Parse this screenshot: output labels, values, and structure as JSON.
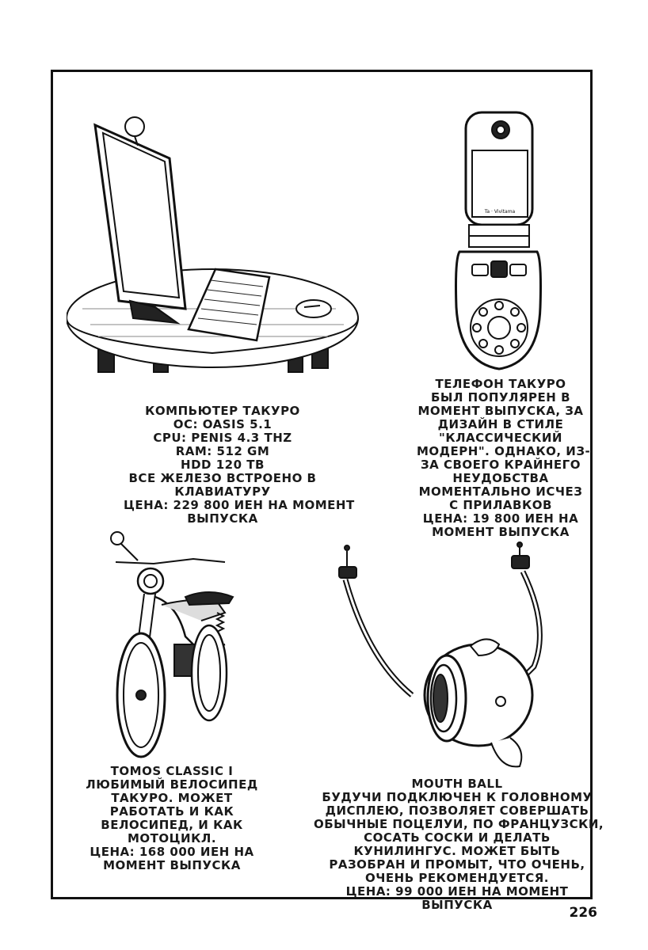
{
  "computer": {
    "lines": [
      "КОМПЬЮТЕР ТАКУРО",
      "ОС: OASIS 5.1",
      "CPU: PENIS 4.3 THZ",
      "RAM: 512 GM",
      "HDD 120 TB",
      "ВСЕ ЖЕЛЕЗО ВСТРОЕНО В",
      "КЛАВИАТУРУ",
      "ЦЕНА: 229 800 ИЕН НА МОМЕНТ",
      "ВЫПУСКА"
    ]
  },
  "phone": {
    "screen_text": "Ta · Vivitama",
    "lines": [
      "ТЕЛЕФОН ТАКУРО",
      "БЫЛ ПОПУЛЯРЕН В",
      "МОМЕНТ ВЫПУСКА, ЗА",
      "ДИЗАЙН В СТИЛЕ",
      "\"КЛАССИЧЕСКИЙ",
      "МОДЕРН\". ОДНАКО, ИЗ-",
      "ЗА СВОЕГО КРАЙНЕГО",
      "НЕУДОБСТВА",
      "МОМЕНТАЛЬНО ИСЧЕЗ",
      "С ПРИЛАВКОВ",
      "ЦЕНА: 19 800 ИЕН НА",
      "МОМЕНТ ВЫПУСКА"
    ]
  },
  "moped": {
    "lines": [
      "TOMOS CLASSIC I",
      "ЛЮБИМЫЙ ВЕЛОСИПЕД",
      "ТАКУРО. МОЖЕТ",
      "РАБОТАТЬ И КАК",
      "ВЕЛОСИПЕД, И КАК",
      "МОТОЦИКЛ.",
      "ЦЕНА: 168 000 ИЕН НА",
      "МОМЕНТ ВЫПУСКА"
    ]
  },
  "mouthball": {
    "lines": [
      "MOUTH BALL",
      "БУДУЧИ ПОДКЛЮЧЕН К ГОЛОВНОМУ",
      "ДИСПЛЕЮ, ПОЗВОЛЯЕТ СОВЕРШАТЬ",
      "ОБЫЧНЫЕ ПОЦЕЛУИ, ПО ФРАНЦУЗСКИ,",
      "СОСАТЬ СОСКИ И ДЕЛАТЬ",
      "КУНИЛИНГУС. МОЖЕТ БЫТЬ",
      "РАЗОБРАН И ПРОМЫТ, ЧТО ОЧЕНЬ,",
      "ОЧЕНЬ РЕКОМЕНДУЕТСЯ.",
      "ЦЕНА: 99 000 ИЕН НА МОМЕНТ",
      "ВЫПУСКА"
    ]
  },
  "page_number": "226"
}
